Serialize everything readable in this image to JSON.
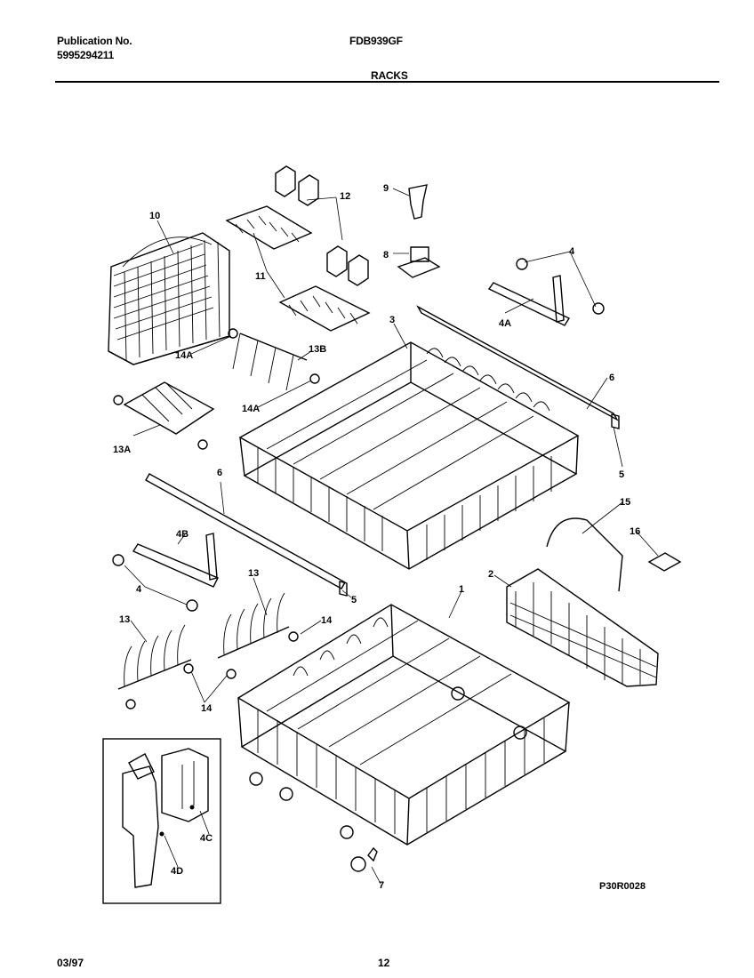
{
  "header": {
    "publication_label": "Publication No.",
    "publication_number": "5995294211",
    "model": "FDB939GF",
    "section_title": "RACKS"
  },
  "diagram": {
    "figure_code": "P30R0028",
    "part_labels": {
      "p1": "1",
      "p2": "2",
      "p3": "3",
      "p4_top": "4",
      "p4_bottom": "4",
      "p4A": "4A",
      "p4B": "4B",
      "p4C": "4C",
      "p4D": "4D",
      "p5_right": "5",
      "p5_left": "5",
      "p6_right": "6",
      "p6_left": "6",
      "p7": "7",
      "p8": "8",
      "p9": "9",
      "p10": "10",
      "p11": "11",
      "p12": "12",
      "p13_left": "13",
      "p13_mid": "13",
      "p13A": "13A",
      "p13B": "13B",
      "p14_right": "14",
      "p14_bottom": "14",
      "p14A_top": "14A",
      "p14A_mid": "14A",
      "p15": "15",
      "p16": "16"
    }
  },
  "footer": {
    "date": "03/97",
    "page": "12"
  }
}
